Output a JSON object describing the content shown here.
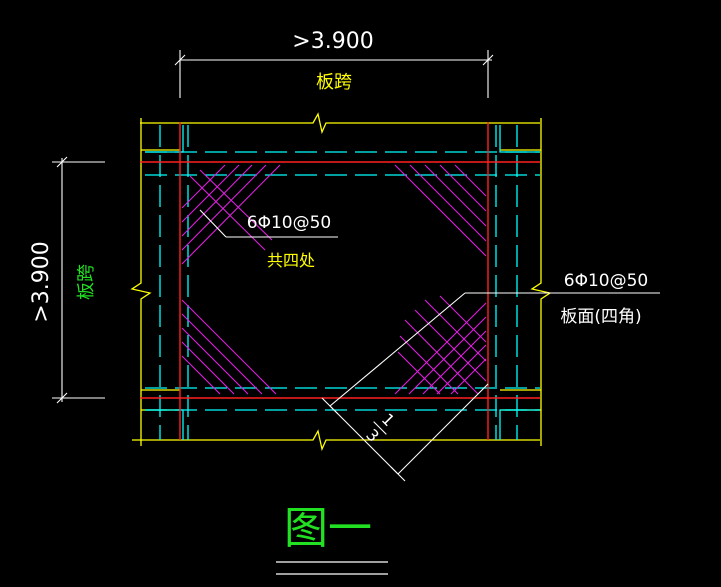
{
  "dim_top": {
    "value": ">3.900",
    "label": "板跨"
  },
  "dim_left": {
    "value": ">3.900",
    "label": "板跨"
  },
  "annotation_corners": {
    "bar": "6Φ10@50",
    "note": "共四处"
  },
  "annotation_top_face": {
    "bar": "6Φ10@50",
    "note": "板面(四角)"
  },
  "angle_fraction": {
    "num": "1",
    "den": "3"
  },
  "figure_title": "图一",
  "colors": {
    "background": "#000000",
    "yellow": "#FFFF00",
    "red": "#FF2020",
    "cyan": "#00FFFF",
    "magenta": "#E020E0",
    "white": "#FFFFFF",
    "green": "#22E022"
  }
}
